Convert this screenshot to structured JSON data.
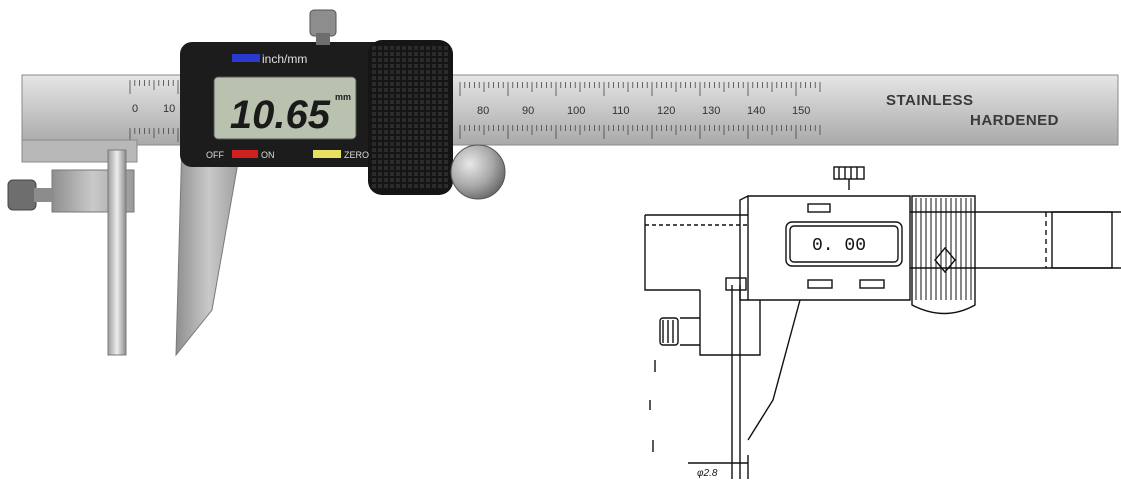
{
  "caliper": {
    "switch_label": "inch/mm",
    "display_value": "10.65",
    "display_unit": "mm",
    "buttons": {
      "off": "OFF",
      "on": "ON",
      "zero": "ZERO"
    },
    "beam_text_1": "STAINLESS",
    "beam_text_2": "HARDENED",
    "scale_left": [
      "0",
      "10"
    ],
    "scale_right": [
      "80",
      "90",
      "100",
      "110",
      "120",
      "130",
      "140",
      "150"
    ],
    "colors": {
      "beam": "#c9c9c9",
      "body": "#1c1c1c",
      "lcd": "#b9c2ae",
      "off_button": "#d02020",
      "on_button": "#2030c0",
      "zero_button": "#e8e060"
    }
  },
  "drawing": {
    "display_value": "0. 00",
    "dimension_label": "φ2.8"
  }
}
